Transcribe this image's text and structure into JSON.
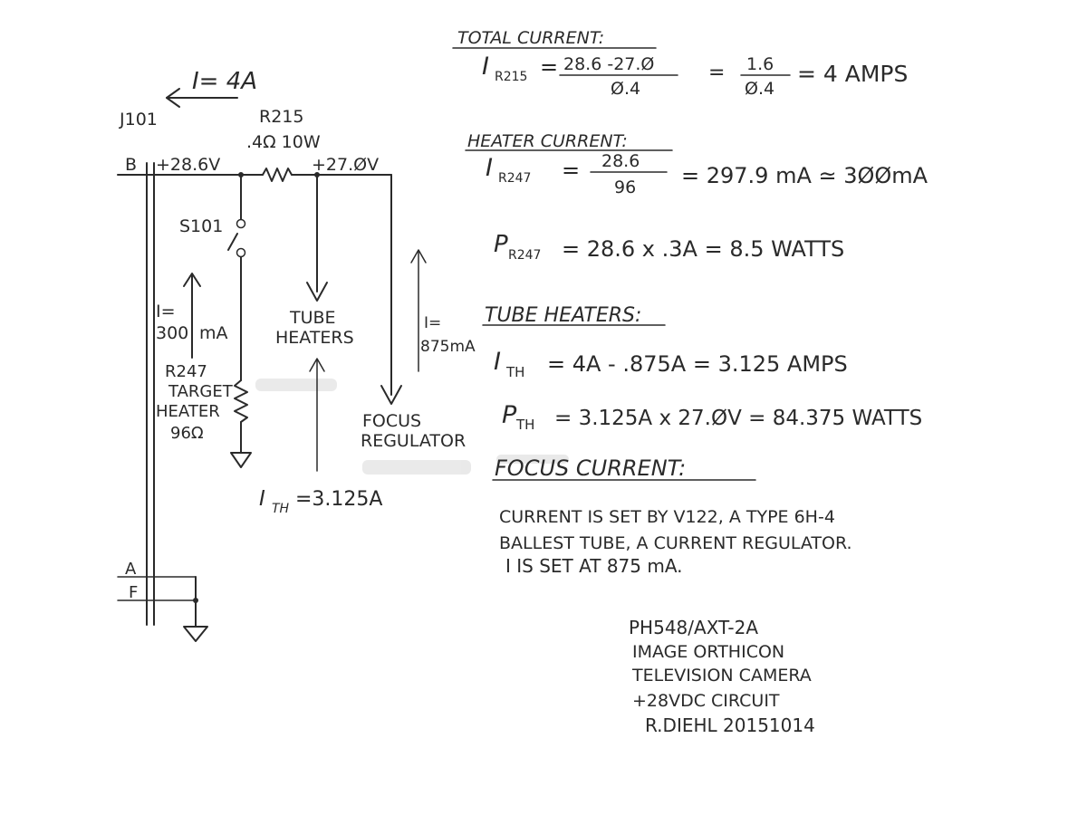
{
  "schematic": {
    "current_total": "I= 4A",
    "connector": "J101",
    "resistor_r215": {
      "name": "R215",
      "value": ".4Ω 10W"
    },
    "bus_b": "B",
    "bus_a": "A",
    "bus_f": "F",
    "voltage_in": "+28.6V",
    "voltage_out": "+27.ØV",
    "switch": "S101",
    "heater_current": {
      "sym": "I=",
      "val": "300",
      "unit": "mA"
    },
    "resistor_r247": {
      "name": "R247",
      "line1": "TARGET",
      "line2": "HEATER",
      "value": "96Ω"
    },
    "tube_heaters": {
      "line1": "TUBE",
      "line2": "HEATERS"
    },
    "focus_current": {
      "sym": "I=",
      "val": "875mA"
    },
    "focus_regulator": {
      "line1": "FOCUS",
      "line2": "REGULATOR"
    },
    "ith_label": {
      "sym": "I",
      "sub": "TH",
      "val": "=3.125A"
    }
  },
  "calculations": {
    "total": {
      "heading": "TOTAL CURRENT:",
      "sym": "I",
      "sub": "R215",
      "num1": "28.6 -27.Ø",
      "den1": "Ø.4",
      "num2": "1.6",
      "den2": "Ø.4",
      "result": "= 4 AMPS"
    },
    "heater": {
      "heading": "HEATER CURRENT:",
      "sym": "I",
      "sub": "R247",
      "num": "28.6",
      "den": "96",
      "result": "= 297.9 mA ≃ 3ØØmA"
    },
    "power": {
      "sym": "P",
      "sub": "R247",
      "expr": "= 28.6 x .3A = 8.5 WATTS"
    },
    "tube": {
      "heading": "TUBE HEATERS:",
      "i_sym": "I",
      "i_sub": "TH",
      "i_expr": "= 4A - .875A = 3.125 AMPS",
      "p_sym": "P",
      "p_sub": "TH",
      "p_expr": "= 3.125A x 27.ØV = 84.375 WATTS"
    },
    "focus": {
      "heading": "FOCUS CURRENT:",
      "line1": "CURRENT IS SET BY V122, A TYPE 6H-4",
      "line2": "BALLEST TUBE, A CURRENT REGULATOR.",
      "line3": "I IS SET AT 875 mA."
    }
  },
  "title_block": {
    "line1": "PH548/AXT-2A",
    "line2": "IMAGE ORTHICON",
    "line3": "TELEVISION CAMERA",
    "line4": "+28VDC CIRCUIT",
    "line5": "R.DIEHL 20151014"
  },
  "colors": {
    "ink": "#2a2a2a",
    "paper": "#ffffff",
    "bleed": "#d8d8d8"
  }
}
